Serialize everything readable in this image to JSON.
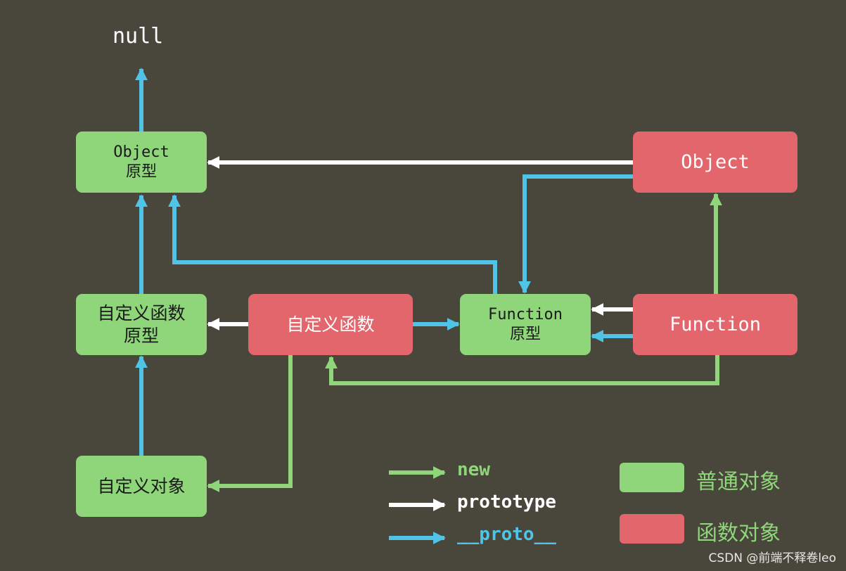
{
  "colors": {
    "new": "#8fd67a",
    "prototype": "#ffffff",
    "proto": "#4fc4e6",
    "normal_object": "#8fd67a",
    "function_object": "#e3666c"
  },
  "nodes": {
    "null": "null",
    "object_prototype": [
      "Object",
      "原型"
    ],
    "object": "Object",
    "custom_fn_prototype": [
      "自定义函数",
      "原型"
    ],
    "custom_fn": "自定义函数",
    "function_prototype": [
      "Function",
      "原型"
    ],
    "function": "Function",
    "custom_object": "自定义对象"
  },
  "legend": {
    "arrows": [
      {
        "label": "new",
        "color": "#8fd67a"
      },
      {
        "label": "prototype",
        "color": "#ffffff"
      },
      {
        "label": "__proto__",
        "color": "#4fc4e6"
      }
    ],
    "swatches": [
      {
        "label": "普通对象",
        "color": "#8fd67a"
      },
      {
        "label": "函数对象",
        "color": "#e3666c"
      }
    ]
  },
  "watermark": "CSDN @前端不释卷leo"
}
